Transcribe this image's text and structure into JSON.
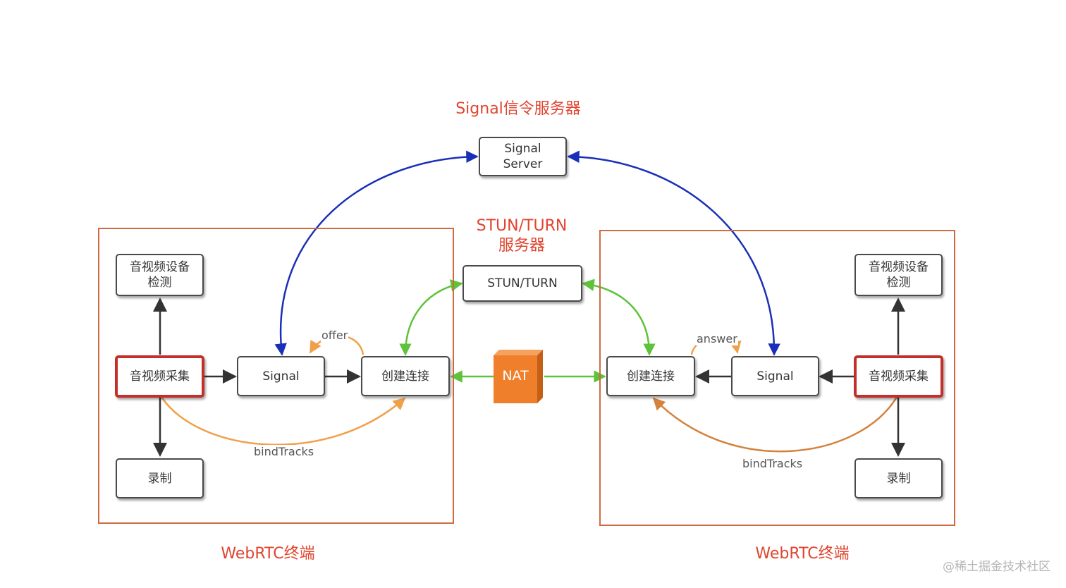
{
  "titles": {
    "signal_server": "Signal信令服务器",
    "stun_turn_line1": "STUN/TURN",
    "stun_turn_line2": "服务器",
    "left_terminal": "WebRTC终端",
    "right_terminal": "WebRTC终端"
  },
  "nodes": {
    "signal_server": "Signal\nServer",
    "stun_turn": "STUN/TURN",
    "left_device_check": "音视频设备\n检测",
    "left_capture": "音视频采集",
    "left_signal": "Signal",
    "left_connect": "创建连接",
    "left_record": "录制",
    "right_device_check": "音视频设备\n检测",
    "right_capture": "音视频采集",
    "right_signal": "Signal",
    "right_connect": "创建连接",
    "right_record": "录制",
    "nat": "NAT"
  },
  "edge_labels": {
    "offer": "offer",
    "answer": "answer",
    "left_bind": "bindTracks",
    "right_bind": "bindTracks"
  },
  "colors": {
    "title_red": "#e0452f",
    "terminal_border": "#cf6b42",
    "capture_border": "#c3302a",
    "signal_arrow": "#1a2fb8",
    "stun_arrow": "#5ec23a",
    "bind_arrow": "#f0a04a",
    "nat_fill": "#f07f2c"
  },
  "watermark": "@稀土掘金技术社区"
}
